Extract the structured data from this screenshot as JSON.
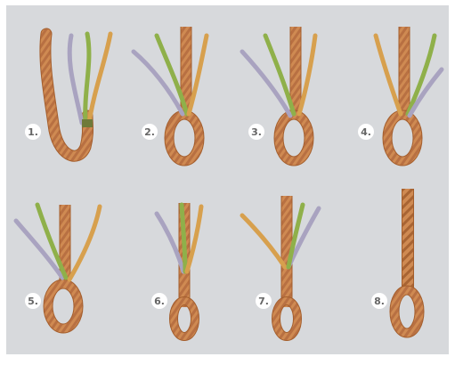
{
  "steps": [
    {
      "number": "1."
    },
    {
      "number": "2."
    },
    {
      "number": "3."
    },
    {
      "number": "4."
    },
    {
      "number": "5."
    },
    {
      "number": "6."
    },
    {
      "number": "7."
    },
    {
      "number": "8."
    }
  ],
  "colors": {
    "background": "#d7d9dc",
    "rope": "#cf8a52",
    "rope_dark": "#a45e2c",
    "strand_grey": "#a9a3c0",
    "strand_green": "#8fb04a",
    "strand_orange": "#d7a04e",
    "label_circle": "#ffffff"
  },
  "icons": [
    "rope-splice-eye-icon"
  ]
}
